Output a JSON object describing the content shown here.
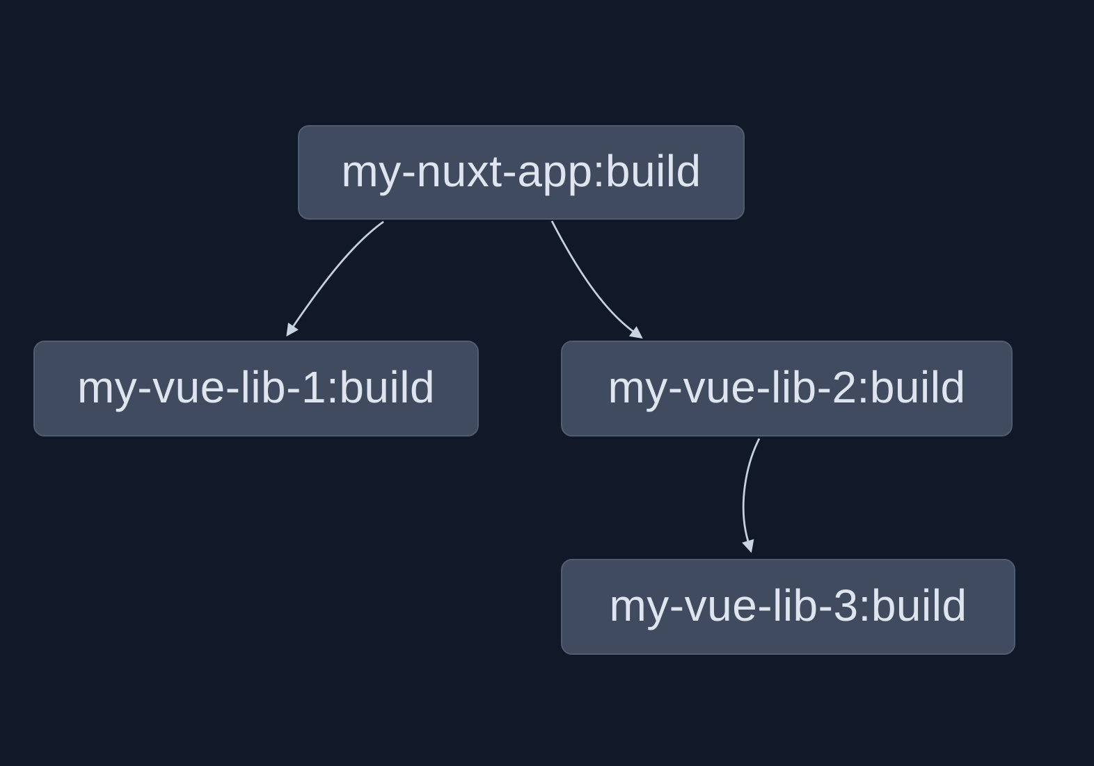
{
  "diagram": {
    "kind": "task-dependency-graph",
    "colors": {
      "background": "#111827",
      "node_fill": "#414b5f",
      "node_border": "#515c6f",
      "node_text": "#dfe5ee",
      "edge": "#c6d1df",
      "arrowhead": "#c9d4e2"
    },
    "nodes": [
      {
        "id": "my-nuxt-app:build",
        "label": "my-nuxt-app:build"
      },
      {
        "id": "my-vue-lib-1:build",
        "label": "my-vue-lib-1:build"
      },
      {
        "id": "my-vue-lib-2:build",
        "label": "my-vue-lib-2:build"
      },
      {
        "id": "my-vue-lib-3:build",
        "label": "my-vue-lib-3:build"
      }
    ],
    "edges": [
      {
        "from": "my-nuxt-app:build",
        "to": "my-vue-lib-1:build"
      },
      {
        "from": "my-nuxt-app:build",
        "to": "my-vue-lib-2:build"
      },
      {
        "from": "my-vue-lib-2:build",
        "to": "my-vue-lib-3:build"
      }
    ]
  }
}
